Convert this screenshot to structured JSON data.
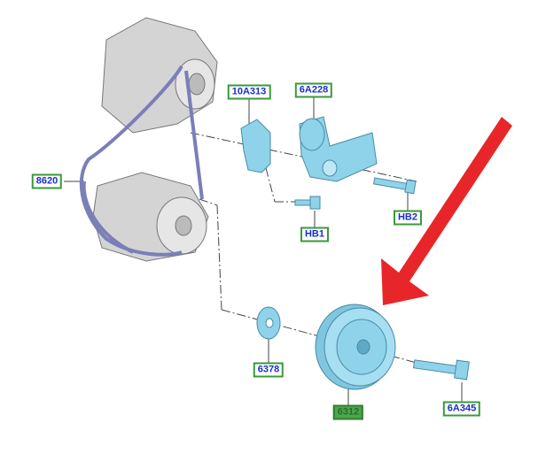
{
  "parts": [
    {
      "id": "part-10A313",
      "label": "10A313",
      "highlighted": false
    },
    {
      "id": "part-6A228",
      "label": "6A228",
      "highlighted": false
    },
    {
      "id": "part-8620",
      "label": "8620",
      "highlighted": false
    },
    {
      "id": "part-HB2",
      "label": "HB2",
      "highlighted": false
    },
    {
      "id": "part-HB1",
      "label": "HB1",
      "highlighted": false
    },
    {
      "id": "part-6378",
      "label": "6378",
      "highlighted": false
    },
    {
      "id": "part-6312",
      "label": "6312",
      "highlighted": true
    },
    {
      "id": "part-6A345",
      "label": "6A345",
      "highlighted": false
    }
  ],
  "colors": {
    "part_fill": "#8fd3ea",
    "engine_gray": "#cfcfcf",
    "belt": "#7a7fb8",
    "arrow": "#e8262a",
    "label_border": "#3a9a3a",
    "label_text": "#1a2fc8"
  }
}
